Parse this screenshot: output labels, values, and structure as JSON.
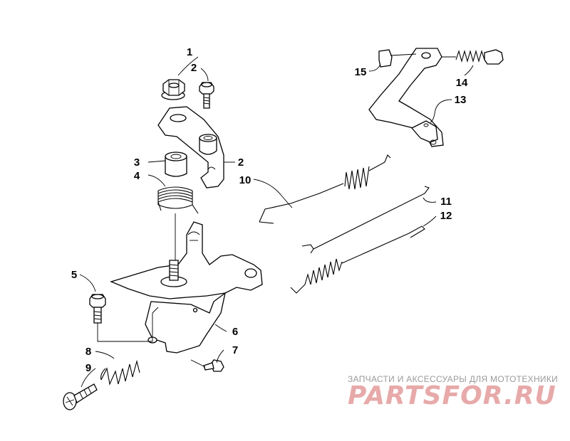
{
  "diagram": {
    "callouts": [
      {
        "id": "c1",
        "text": "1"
      },
      {
        "id": "c2a",
        "text": "2"
      },
      {
        "id": "c2b",
        "text": "2"
      },
      {
        "id": "c3",
        "text": "3"
      },
      {
        "id": "c4",
        "text": "4"
      },
      {
        "id": "c5",
        "text": "5"
      },
      {
        "id": "c6",
        "text": "6"
      },
      {
        "id": "c7",
        "text": "7"
      },
      {
        "id": "c8",
        "text": "8"
      },
      {
        "id": "c9",
        "text": "9"
      },
      {
        "id": "c10",
        "text": "10"
      },
      {
        "id": "c11",
        "text": "11"
      },
      {
        "id": "c12",
        "text": "12"
      },
      {
        "id": "c13",
        "text": "13"
      },
      {
        "id": "c14",
        "text": "14"
      },
      {
        "id": "c15",
        "text": "15"
      }
    ]
  },
  "watermark": {
    "tagline": "ЗАПЧАСТИ И АКСЕССУАРЫ ДЛЯ МОТОТЕХНИКИ",
    "logo": "PARTSFOR.RU",
    "color": "#e7a9a9"
  }
}
